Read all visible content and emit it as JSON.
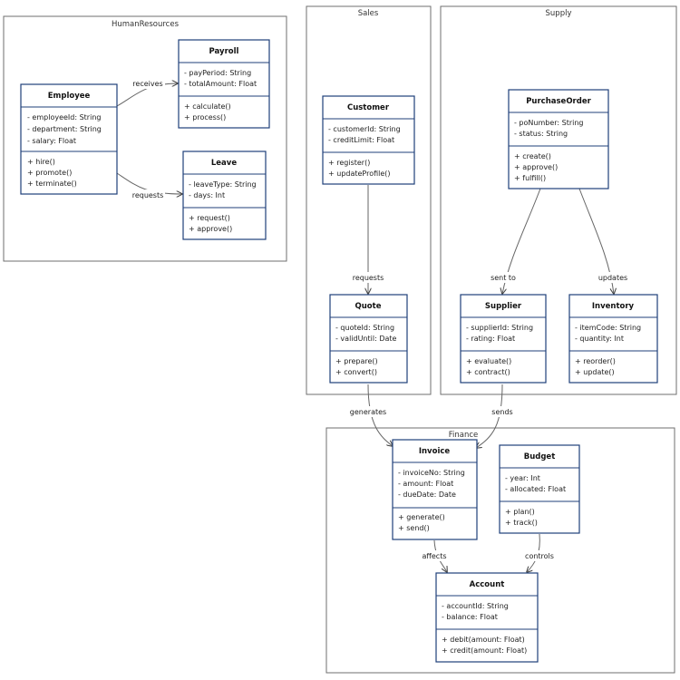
{
  "packages": {
    "human_resources": "HumanResources",
    "sales": "Sales",
    "supply": "Supply",
    "finance": "Finance"
  },
  "classes": {
    "employee": {
      "name": "Employee",
      "attributes": [
        "- employeeId: String",
        "- department: String",
        "- salary: Float"
      ],
      "methods": [
        "+ hire()",
        "+ promote()",
        "+ terminate()"
      ]
    },
    "payroll": {
      "name": "Payroll",
      "attributes": [
        "- payPeriod: String",
        "- totalAmount: Float"
      ],
      "methods": [
        "+ calculate()",
        "+ process()"
      ]
    },
    "leave": {
      "name": "Leave",
      "attributes": [
        "- leaveType: String",
        "- days: Int"
      ],
      "methods": [
        "+ request()",
        "+ approve()"
      ]
    },
    "customer": {
      "name": "Customer",
      "attributes": [
        "- customerId: String",
        "- creditLimit: Float"
      ],
      "methods": [
        "+ register()",
        "+ updateProfile()"
      ]
    },
    "quote": {
      "name": "Quote",
      "attributes": [
        "- quoteId: String",
        "- validUntil: Date"
      ],
      "methods": [
        "+ prepare()",
        "+ convert()"
      ]
    },
    "purchase_order": {
      "name": "PurchaseOrder",
      "attributes": [
        "- poNumber: String",
        "- status: String"
      ],
      "methods": [
        "+ create()",
        "+ approve()",
        "+ fulfill()"
      ]
    },
    "supplier": {
      "name": "Supplier",
      "attributes": [
        "- supplierId: String",
        "- rating: Float"
      ],
      "methods": [
        "+ evaluate()",
        "+ contract()"
      ]
    },
    "inventory": {
      "name": "Inventory",
      "attributes": [
        "- itemCode: String",
        "- quantity: Int"
      ],
      "methods": [
        "+ reorder()",
        "+ update()"
      ]
    },
    "invoice": {
      "name": "Invoice",
      "attributes": [
        "- invoiceNo: String",
        "- amount: Float",
        "- dueDate: Date"
      ],
      "methods": [
        "+ generate()",
        "+ send()"
      ]
    },
    "budget": {
      "name": "Budget",
      "attributes": [
        "- year: Int",
        "- allocated: Float"
      ],
      "methods": [
        "+ plan()",
        "+ track()"
      ]
    },
    "account": {
      "name": "Account",
      "attributes": [
        "- accountId: String",
        "- balance: Float"
      ],
      "methods": [
        "+ debit(amount: Float)",
        "+ credit(amount: Float)"
      ]
    }
  },
  "relations": {
    "employee_payroll": "receives",
    "employee_leave": "requests",
    "customer_quote": "requests",
    "po_supplier": "sent to",
    "po_inventory": "updates",
    "quote_invoice": "generates",
    "supplier_invoice": "sends",
    "invoice_account": "affects",
    "budget_account": "controls"
  }
}
